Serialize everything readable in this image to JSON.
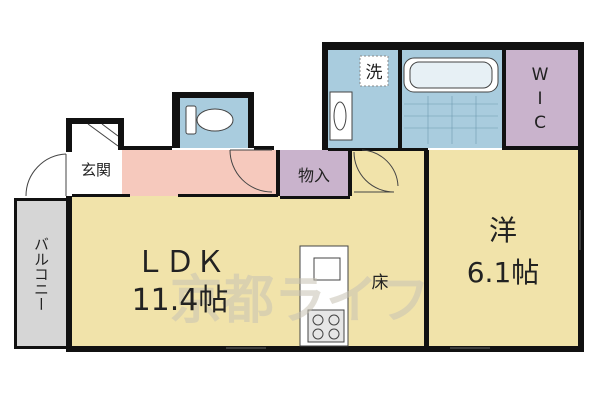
{
  "rooms": {
    "ldk": {
      "name": "ＬＤＫ",
      "size": "11.4帖"
    },
    "western": {
      "name": "洋",
      "size": "6.1帖"
    },
    "wic": {
      "line1": "W",
      "line2": "I",
      "line3": "C"
    },
    "storage": "物入",
    "entrance": "玄関",
    "washroom": "洗",
    "balcony": "バルコニー",
    "floor_storage": "床"
  },
  "watermark": "京都ライフ",
  "colors": {
    "ldk": "#f1e3aa",
    "western": "#f1e3aa",
    "wic": "#c9b3cc",
    "storage": "#c9b3cc",
    "hallway": "#f6c9bd",
    "wet_area": "#a9ccde",
    "balcony": "#d6d6d6",
    "wall": "#111111"
  }
}
